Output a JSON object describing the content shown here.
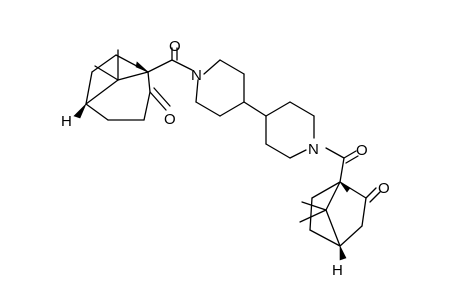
{
  "molecule": {
    "atoms": {
      "o_top_carbonyl": "O",
      "n_left": "N",
      "o_left_ketone": "O",
      "h_left": "H",
      "n_right": "N",
      "o_right_carbonyl": "O",
      "o_right_ketone": "O",
      "h_right": "H"
    }
  },
  "colors": {
    "ink": "#000000",
    "background": "#ffffff"
  }
}
